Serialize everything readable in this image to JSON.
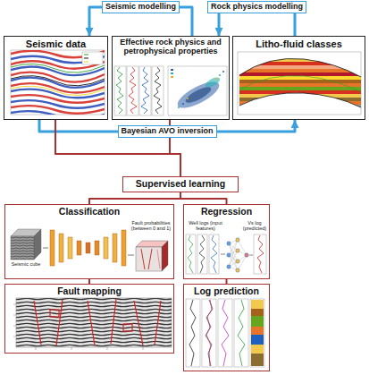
{
  "diagram": {
    "nodes": [
      {
        "text": [
          "Seismic data"
        ]
      },
      {
        "text": [
          "Effective rock physics and petrophysical properties"
        ]
      },
      {
        "text": [
          "Litho-fluid classes"
        ]
      },
      {
        "text": [
          "Supervised learning"
        ]
      },
      {
        "text": [
          "Classification"
        ]
      },
      {
        "text": [
          "Regression"
        ]
      },
      {
        "text": [
          "Fault mapping"
        ]
      },
      {
        "text": [
          "Log prediction"
        ]
      }
    ],
    "edges": [
      {
        "from": 1,
        "to": 0,
        "label": "Seismic modelling",
        "arrow": "to"
      },
      {
        "from": 2,
        "to": 1,
        "label": "Rock physics modelling",
        "arrow": "to"
      },
      {
        "from": 0,
        "to": 2,
        "label": "Bayesian AVO inversion",
        "arrow": "to"
      },
      {
        "from": 0,
        "to": 3,
        "arrow": "none"
      },
      {
        "from": 1,
        "to": 3,
        "arrow": "none"
      },
      {
        "from": 3,
        "to": 4,
        "arrow": "none"
      },
      {
        "from": 3,
        "to": 5,
        "arrow": "none"
      },
      {
        "from": 4,
        "to": 6,
        "arrow": "none"
      },
      {
        "from": 5,
        "to": 7,
        "arrow": "none"
      }
    ],
    "labels": [
      "Seismic cube",
      "Fault probabilities (between 0 and 1)",
      "Well logs (input features)",
      "Vs log (predicted)"
    ]
  }
}
